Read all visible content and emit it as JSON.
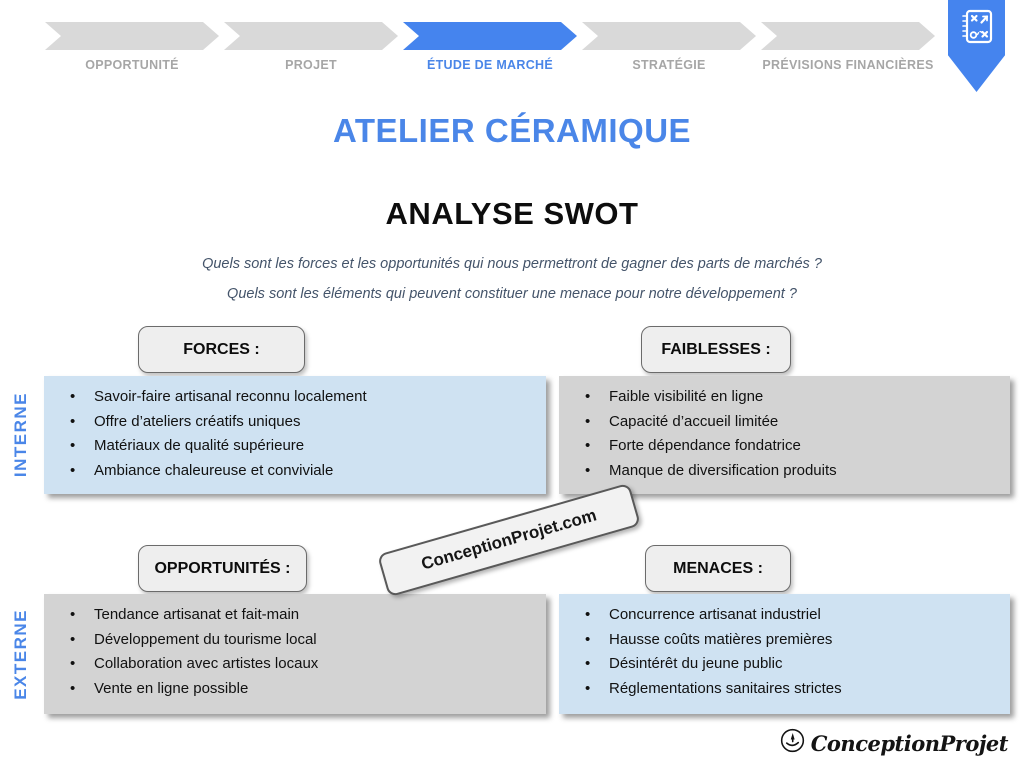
{
  "process_bar": {
    "steps": [
      {
        "label": "OPPORTUNITÉ",
        "active": false
      },
      {
        "label": "PROJET",
        "active": false
      },
      {
        "label": "ÉTUDE DE MARCHÉ",
        "active": true
      },
      {
        "label": "STRATÉGIE",
        "active": false
      },
      {
        "label": "PRÉVISIONS FINANCIÈRES",
        "active": false
      }
    ]
  },
  "header": {
    "title": "ATELIER CÉRAMIQUE",
    "subtitle": "ANALYSE SWOT",
    "question1": "Quels sont les forces et les opportunités qui nous permettront de gagner des parts de marchés ?",
    "question2": "Quels sont les éléments qui peuvent constituer une menace pour notre développement ?"
  },
  "axis_labels": {
    "internal": "INTERNE",
    "external": "EXTERNE"
  },
  "quadrants": [
    {
      "title": "FORCES :",
      "items": [
        "Savoir-faire artisanal reconnu localement",
        "Offre d’ateliers créatifs uniques",
        "Matériaux de qualité supérieure",
        "Ambiance chaleureuse et conviviale"
      ]
    },
    {
      "title": "FAIBLESSES :",
      "items": [
        "Faible visibilité en ligne",
        "Capacité d’accueil limitée",
        "Forte dépendance fondatrice",
        "Manque de diversification produits"
      ]
    },
    {
      "title": "OPPORTUNITÉS :",
      "items": [
        "Tendance artisanat et fait-main",
        "Développement du tourisme local",
        "Collaboration avec artistes locaux",
        "Vente en ligne possible"
      ]
    },
    {
      "title": "MENACES :",
      "items": [
        "Concurrence artisanat industriel",
        "Hausse coûts matières premières",
        "Désintérêt du jeune public",
        "Réglementations sanitaires strictes"
      ]
    }
  ],
  "watermark": {
    "text": "ConceptionProjet.com"
  },
  "logo": {
    "text": "ConceptionProjet"
  },
  "colors": {
    "accent_blue": "#4a86e8",
    "chevron_active": "#4584ee",
    "chevron_inactive": "#d9d9d9",
    "step_label_inactive": "#a6a6a6",
    "panel_blue": "#cfe2f2",
    "panel_gray": "#d3d3d3",
    "question_text": "#44546a"
  }
}
